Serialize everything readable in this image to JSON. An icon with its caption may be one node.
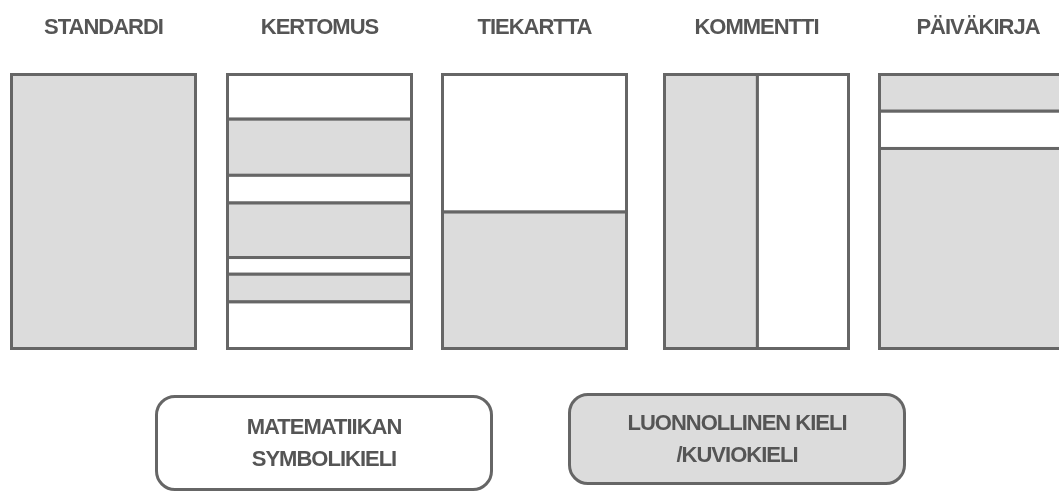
{
  "diagram": {
    "nodes": [
      {
        "text": [
          "STANDARDI"
        ]
      },
      {
        "text": [
          "KERTOMUS"
        ]
      },
      {
        "text": [
          "TIEKARTTA"
        ]
      },
      {
        "text": [
          "KOMMENTTI"
        ]
      },
      {
        "text": [
          "PÄIVÄKIRJA"
        ]
      }
    ],
    "legend": [
      {
        "text": "MATEMATIIKAN SYMBOLIKIELI",
        "color": "#ffffff"
      },
      {
        "text": "LUONNOLLINEN KIELI /KUVIOKIELI",
        "color": "#dcdcdc"
      }
    ]
  }
}
